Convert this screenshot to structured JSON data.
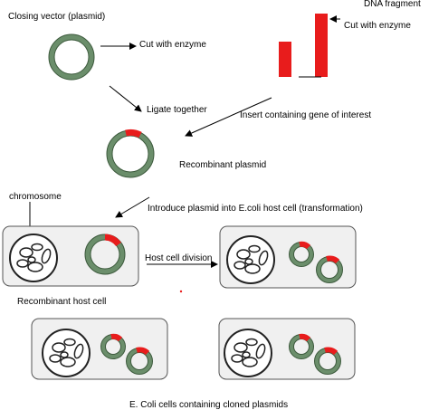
{
  "labels": {
    "closing_vector": "Closing vector (plasmid)",
    "cut_with_enzyme_1": "Cut with enzyme",
    "dna_fragment": "DNA fragment",
    "cut_with_enzyme_2": "Cut with enzyme",
    "ligate_together": "Ligate together",
    "insert": "Insert containing gene of interest",
    "recombinant_plasmid": "Recombinant plasmid",
    "chromosome": "chromosome",
    "introduce": "Introduce plasmid into E.coli host cell (transformation)",
    "host_cell_division": "Host cell division",
    "recombinant_host_cell": "Recombinant host cell",
    "ecoli_cloned": "E. Coli cells containing cloned plasmids"
  },
  "colors": {
    "plasmid_fill": "#6b8e6b",
    "plasmid_stroke": "#3d5a3d",
    "insert_red": "#e81c1c",
    "cell_fill": "#f0f0f0",
    "cell_stroke": "#555555"
  },
  "icons": [
    "plasmid-ring",
    "dna-fragment-bars",
    "host-cell",
    "chromosome-blob",
    "arrow"
  ]
}
